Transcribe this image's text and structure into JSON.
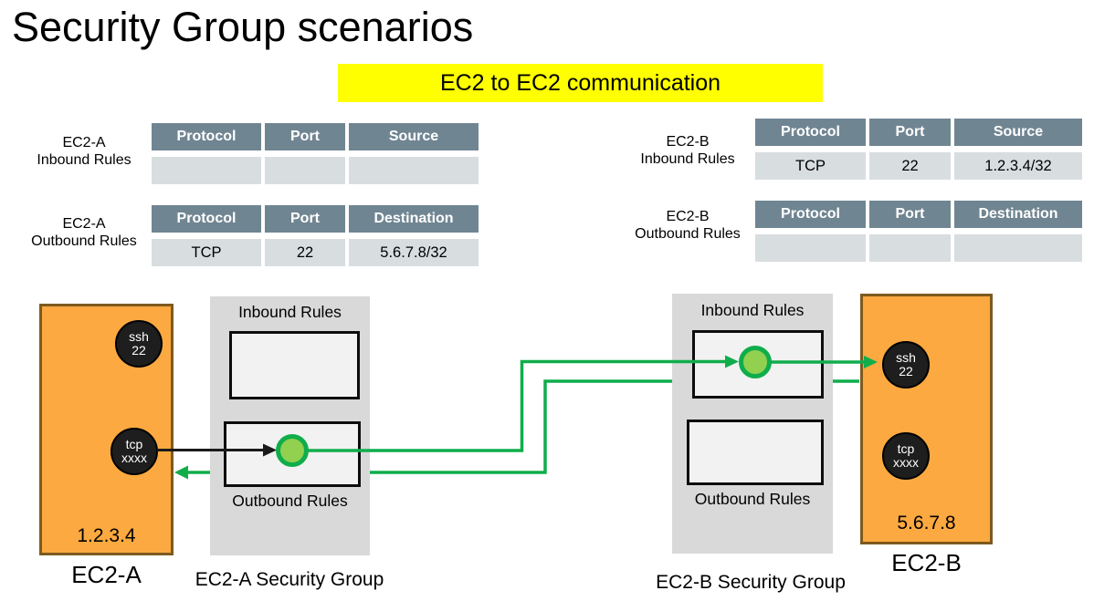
{
  "slide": {
    "title": "Security Group scenarios",
    "banner": "EC2 to EC2 communication"
  },
  "tables": {
    "ec2a_inbound": {
      "label1": "EC2-A",
      "label2": "Inbound Rules",
      "headers": [
        "Protocol",
        "Port",
        "Source"
      ],
      "row": [
        "",
        "",
        ""
      ]
    },
    "ec2a_outbound": {
      "label1": "EC2-A",
      "label2": "Outbound Rules",
      "headers": [
        "Protocol",
        "Port",
        "Destination"
      ],
      "row": [
        "TCP",
        "22",
        "5.6.7.8/32"
      ]
    },
    "ec2b_inbound": {
      "label1": "EC2-B",
      "label2": "Inbound Rules",
      "headers": [
        "Protocol",
        "Port",
        "Source"
      ],
      "row": [
        "TCP",
        "22",
        "1.2.3.4/32"
      ]
    },
    "ec2b_outbound": {
      "label1": "EC2-B",
      "label2": "Outbound Rules",
      "headers": [
        "Protocol",
        "Port",
        "Destination"
      ],
      "row": [
        "",
        "",
        ""
      ]
    }
  },
  "diagram": {
    "ec2a": {
      "label": "EC2-A",
      "ip": "1.2.3.4",
      "port1_line1": "ssh",
      "port1_line2": "22",
      "port2_line1": "tcp",
      "port2_line2": "xxxx"
    },
    "ec2a_sg": {
      "inbound": "Inbound Rules",
      "outbound": "Outbound Rules",
      "caption": "EC2-A Security Group"
    },
    "ec2b_sg": {
      "inbound": "Inbound Rules",
      "outbound": "Outbound Rules",
      "caption": "EC2-B Security Group"
    },
    "ec2b": {
      "label": "EC2-B",
      "ip": "5.6.7.8",
      "port1_line1": "ssh",
      "port1_line2": "22",
      "port2_line1": "tcp",
      "port2_line2": "xxxx"
    }
  },
  "colors": {
    "banner_bg": "#FFFF00",
    "table_header_bg": "#708592",
    "table_row_bg": "#D8DDE0",
    "instance_fill": "#FBA940",
    "instance_border": "#7D5A1E",
    "sg_panel_gray": "#D9D9D9",
    "rule_box_fill": "#F2F2F2",
    "flow_green": "#10AD4B",
    "marker_green_fill": "#92D050",
    "port_circle_black": "#1E1E1E"
  }
}
